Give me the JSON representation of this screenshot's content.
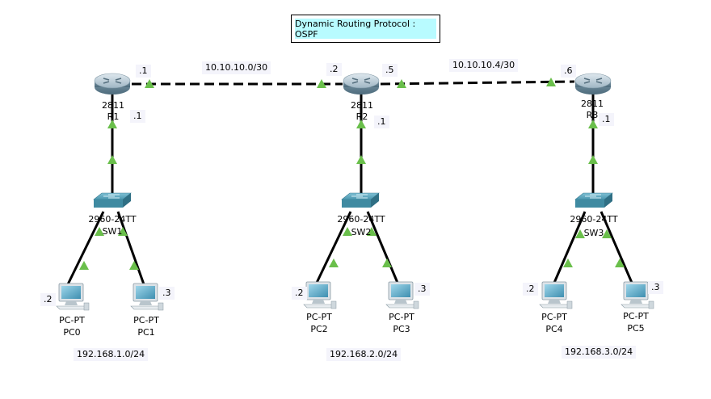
{
  "title": "Dynamic Routing Protocol : OSPF",
  "routers": [
    {
      "model": "2811",
      "name": "R1"
    },
    {
      "model": "2811",
      "name": "R2"
    },
    {
      "model": "2811",
      "name": "R3"
    }
  ],
  "switches": [
    {
      "model": "2960-24TT",
      "name": "SW1"
    },
    {
      "model": "2960-24TT",
      "name": "SW2"
    },
    {
      "model": "2960-24TT",
      "name": "SW3"
    }
  ],
  "pcs": [
    {
      "model": "PC-PT",
      "name": "PC0",
      "ip": ".2"
    },
    {
      "model": "PC-PT",
      "name": "PC1",
      "ip": ".3"
    },
    {
      "model": "PC-PT",
      "name": "PC2",
      "ip": ".2"
    },
    {
      "model": "PC-PT",
      "name": "PC3",
      "ip": ".3"
    },
    {
      "model": "PC-PT",
      "name": "PC4",
      "ip": ".2"
    },
    {
      "model": "PC-PT",
      "name": "PC5",
      "ip": ".3"
    }
  ],
  "wan_links": [
    {
      "network": "10.10.10.0/30",
      "left_ip": ".1",
      "right_ip": ".2"
    },
    {
      "network": "10.10.10.4/30",
      "left_ip": ".5",
      "right_ip": ".6"
    }
  ],
  "lan_gateways": [
    ".1",
    ".1",
    ".1"
  ],
  "lan_networks": [
    "192.168.1.0/24",
    "192.168.2.0/24",
    "192.168.3.0/24"
  ],
  "colors": {
    "link": "#000000",
    "link_up_arrow": "#6abf4b",
    "title_fill": "#b8fbff",
    "device_blue": "#4f8ea8",
    "note_bg": "#f4f4fb"
  },
  "icons": {
    "router": "router-icon",
    "switch": "switch-icon",
    "pc": "pc-icon"
  }
}
